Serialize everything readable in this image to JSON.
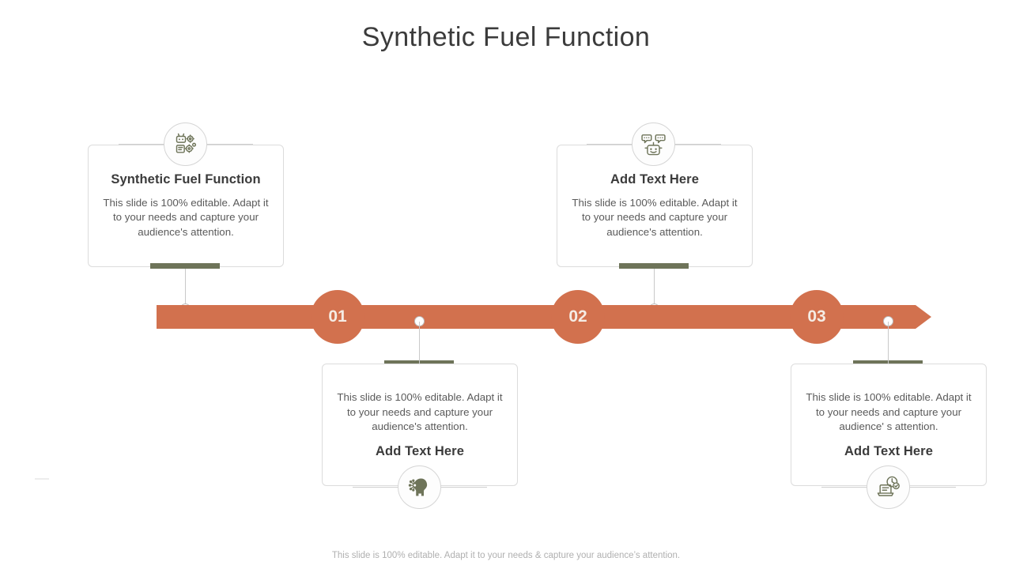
{
  "slide": {
    "title": "Synthetic Fuel Function",
    "footer_note": "This slide is 100% editable. Adapt it to your needs & capture your audience’s attention.",
    "colors": {
      "timeline_orange": "#d2714e",
      "accent_green": "#6e7459",
      "heading_text": "#3b3b3b",
      "body_text": "#5a5a5a",
      "card_border": "#dcdcdc",
      "footer_text": "#b0b0b0",
      "step_number_text": "#f5ece4"
    }
  },
  "timeline": {
    "steps": [
      {
        "number": "01"
      },
      {
        "number": "02"
      },
      {
        "number": "03"
      }
    ]
  },
  "cards": [
    {
      "position": "top-left",
      "heading": "Synthetic Fuel Function",
      "body": "This slide is 100% editable. Adapt it to your needs and capture your\naudience's attention.",
      "icon": "robot-gears-icon"
    },
    {
      "position": "bottom-left",
      "heading": "Add Text Here",
      "body": "This slide is 100% editable.  Adapt it to your needs and capture your\naudience's attention.",
      "icon": "head-neural-icon"
    },
    {
      "position": "top-right",
      "heading": "Add Text Here",
      "body": "This slide is 100% editable. Adapt it to your needs and capture your\naudience's attention.",
      "icon": "chatbot-icon"
    },
    {
      "position": "bottom-right",
      "heading": "Add Text Here",
      "body": "This slide is 100% editable.  Adapt it to your needs and capture your\naudience' s attention.",
      "icon": "laptop-clock-check-icon"
    }
  ]
}
